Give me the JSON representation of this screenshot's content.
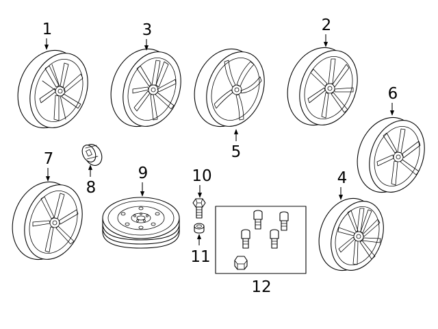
{
  "parts": [
    {
      "callout": "1",
      "name": "wheel-alloy"
    },
    {
      "callout": "2",
      "name": "wheel-alloy"
    },
    {
      "callout": "3",
      "name": "wheel-alloy"
    },
    {
      "callout": "4",
      "name": "wheel-alloy"
    },
    {
      "callout": "5",
      "name": "wheel-alloy"
    },
    {
      "callout": "6",
      "name": "wheel-alloy"
    },
    {
      "callout": "7",
      "name": "wheel-alloy"
    },
    {
      "callout": "8",
      "name": "center-cap"
    },
    {
      "callout": "9",
      "name": "spare-wheel"
    },
    {
      "callout": "10",
      "name": "wheel-bolt"
    },
    {
      "callout": "11",
      "name": "lug-nut-cap"
    },
    {
      "callout": "12",
      "name": "locking-bolt-kit"
    }
  ]
}
